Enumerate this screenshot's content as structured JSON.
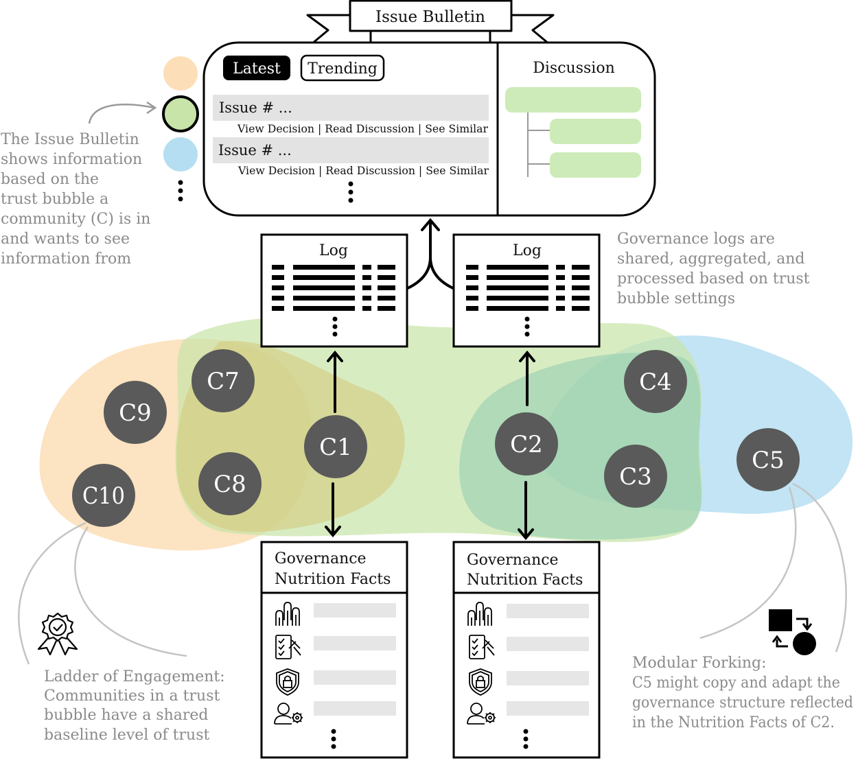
{
  "bulletin": {
    "title": "Issue Bulletin",
    "tab_latest": "Latest",
    "tab_trending": "Trending",
    "discussion_title": "Discussion",
    "issues": [
      {
        "title": "Issue # ...",
        "actions": "View Decision | Read Discussion | See Similar"
      },
      {
        "title": "Issue # ...",
        "actions": "View Decision | Read Discussion | See Similar"
      }
    ]
  },
  "logs": [
    {
      "title": "Log"
    },
    {
      "title": "Log"
    }
  ],
  "nutrition_facts": [
    {
      "line1": "Governance",
      "line2": "Nutrition Facts",
      "icons": [
        "raised-hands-icon",
        "checklist-gavel-icon",
        "shield-lock-icon",
        "user-gear-icon"
      ]
    },
    {
      "line1": "Governance",
      "line2": "Nutrition Facts",
      "icons": [
        "raised-hands-icon",
        "checklist-gavel-icon",
        "shield-lock-icon",
        "user-gear-icon"
      ]
    }
  ],
  "communities": [
    {
      "label": "C1"
    },
    {
      "label": "C2"
    },
    {
      "label": "C3"
    },
    {
      "label": "C4"
    },
    {
      "label": "C5"
    },
    {
      "label": "C7"
    },
    {
      "label": "C8"
    },
    {
      "label": "C9"
    },
    {
      "label": "C10"
    }
  ],
  "notes": {
    "bulletin_note": [
      "The Issue Bulletin",
      "shows information",
      "based on the",
      "trust bubble a",
      "community (C) is in",
      "and wants to see",
      "information from"
    ],
    "logs_note": [
      "Governance logs are",
      "shared, aggregated, and",
      "processed based on trust",
      "bubble settings"
    ],
    "ladder_note": [
      "Ladder of Engagement:",
      "Communities in a trust",
      "bubble have a shared",
      "baseline level of trust"
    ],
    "forking_note": [
      "Modular Forking:",
      "C5 might copy and adapt the",
      "governance structure reflected",
      "in the Nutrition Facts of C2."
    ]
  },
  "colors": {
    "bubble_orange": "#fbd7a6",
    "bubble_green": "#c8e4a8",
    "bubble_blue": "#a8d8f0",
    "node_gray": "#5a5a5a",
    "note_gray": "#8a8a8a",
    "placeholder_gray": "#e6e6e6"
  }
}
